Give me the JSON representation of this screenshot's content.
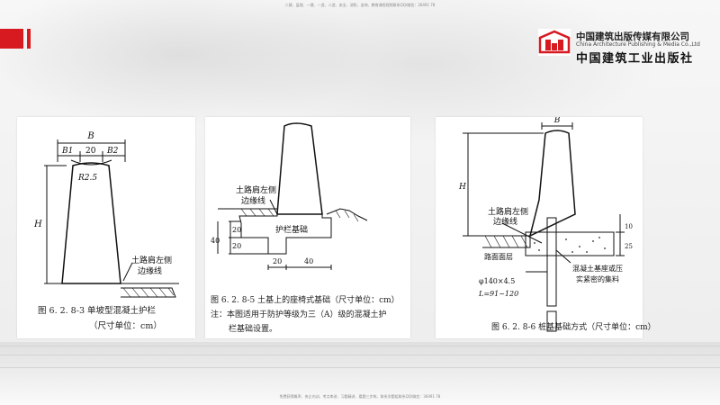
{
  "header": {
    "top_note": "二建、监理、一建、一造、二造、安全、消防、咨询、教育课程视频联系QQ/微信：36491 78",
    "company_cn": "中国建筑出版传媒有限公司",
    "company_en": "China Architecture Publishing & Media Co.,Ltd",
    "company_cn2": "中国建筑工业出版社"
  },
  "footer": {
    "bottom_note": "免费获得概率、央企内训、考点串讲、习题精讲、看题三步练、联系学题组联系QQ/微信：36491 78"
  },
  "fig1": {
    "dim_B": "B",
    "dim_B1": "B1",
    "dim_20": "20",
    "dim_B2": "B2",
    "dim_R": "R2.5",
    "dim_H": "H",
    "label_shoulder_1": "土路肩左侧",
    "label_shoulder_2": "边缘线",
    "caption_1": "图 6. 2. 8-3    单坡型混凝土护栏",
    "caption_2": "（尺寸单位：cm）"
  },
  "fig2": {
    "label_shoulder_1": "土路肩左侧",
    "label_shoulder_2": "边缘线",
    "label_base": "护栏基础",
    "dim_40v": "40",
    "dim_20a": "20",
    "dim_20b": "20",
    "dim_20h": "20",
    "dim_40h": "40",
    "caption_1": "图 6. 2. 8-5    土基上的座椅式基础（尺寸单位：cm）",
    "caption_2": "注：本图适用于防护等级为三（A）级的混凝土护",
    "caption_3": "栏基础设置。"
  },
  "fig3": {
    "dim_B": "B",
    "dim_H": "H",
    "label_shoulder_1": "土路肩左侧",
    "label_shoulder_2": "边缘线",
    "label_pavement": "路面面层",
    "label_pile_1": "φ140×4.5",
    "label_pile_2": "L=91~120",
    "label_fill_1": "混凝土基座或压",
    "label_fill_2": "实紧密的集料",
    "dim_10": "10",
    "dim_25": "25",
    "caption": "图 6. 2. 8-6    桩基基础方式（尺寸单位：cm）"
  }
}
